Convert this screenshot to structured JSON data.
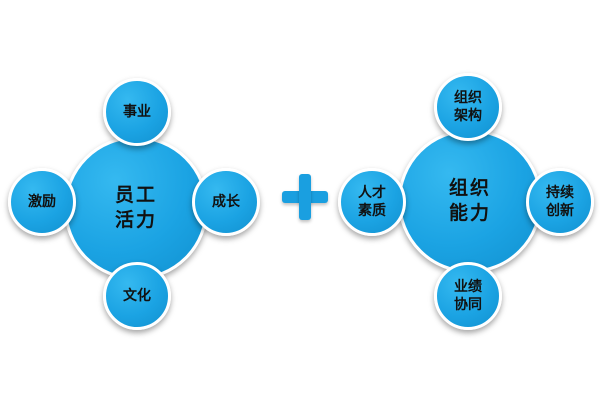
{
  "left_cluster": {
    "center": {
      "line1": "员工",
      "line2": "活力"
    },
    "top": {
      "line1": "事业"
    },
    "left": {
      "line1": "激励"
    },
    "right": {
      "line1": "成长"
    },
    "bottom": {
      "line1": "文化"
    }
  },
  "right_cluster": {
    "center": {
      "line1": "组织",
      "line2": "能力"
    },
    "top": {
      "line1": "组织",
      "line2": "架构"
    },
    "left": {
      "line1": "人才",
      "line2": "素质"
    },
    "right": {
      "line1": "持续",
      "line2": "创新"
    },
    "bottom": {
      "line1": "业绩",
      "line2": "协同"
    }
  },
  "colors": {
    "circle_fill": "#1ba3e3",
    "plus": "#1a9fe0",
    "text": "#111111"
  },
  "icons": {
    "plus": "plus-icon"
  }
}
